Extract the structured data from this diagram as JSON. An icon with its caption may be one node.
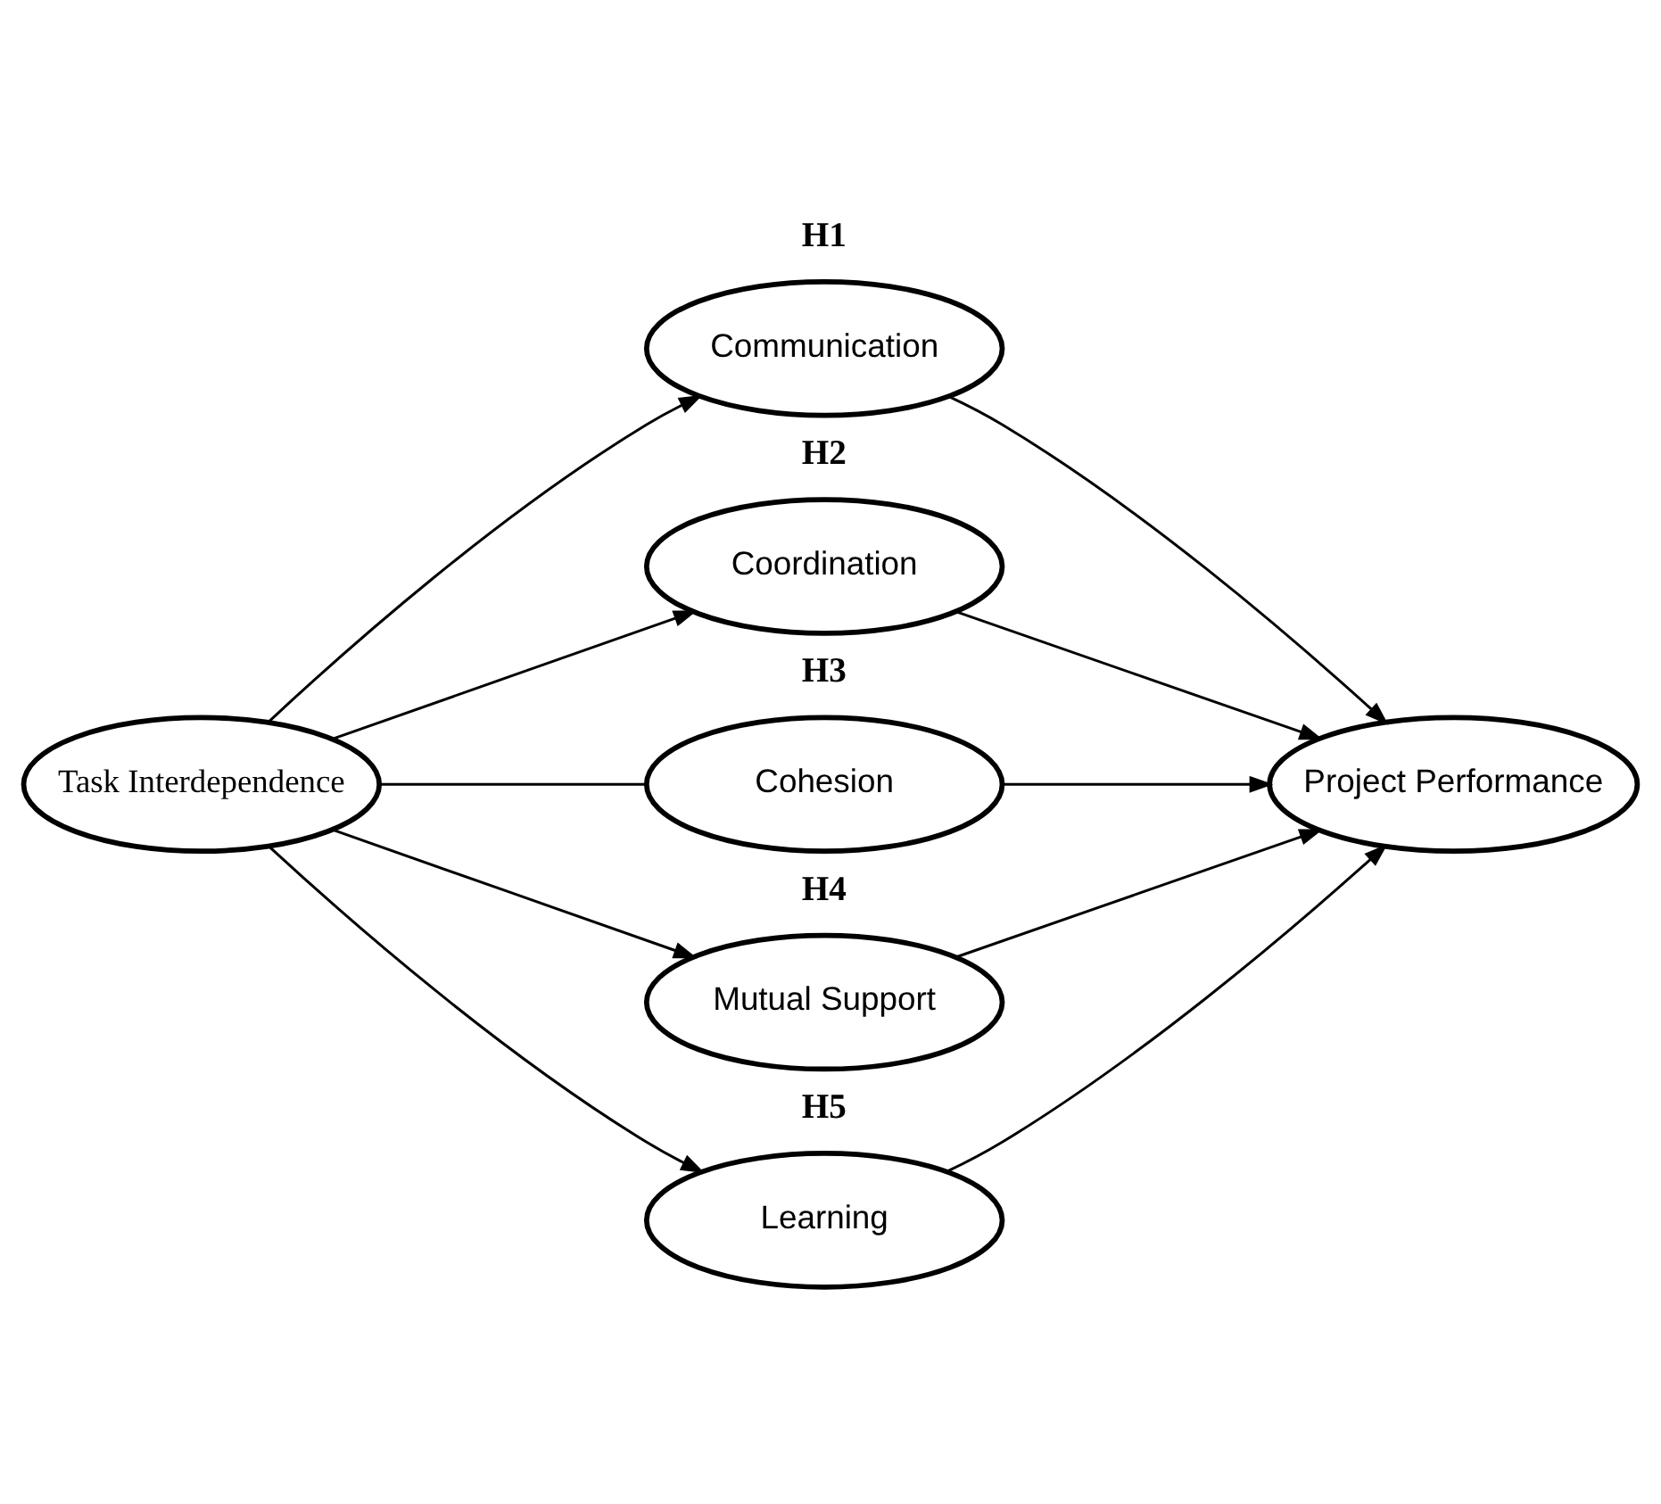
{
  "diagram": {
    "nodes": [
      {
        "text": [
          "Task Interdependence"
        ]
      },
      {
        "text": [
          "Communication"
        ],
        "beside": [
          "H1"
        ]
      },
      {
        "text": [
          "Coordination"
        ],
        "beside": [
          "H2"
        ]
      },
      {
        "text": [
          "Cohesion"
        ],
        "beside": [
          "H3"
        ]
      },
      {
        "text": [
          "Mutual Support"
        ],
        "beside": [
          "H4"
        ]
      },
      {
        "text": [
          "Learning"
        ],
        "beside": [
          "H5"
        ]
      },
      {
        "text": [
          "Project Performance"
        ]
      }
    ],
    "edges": [
      {
        "from": 0,
        "to": 1,
        "arrow": "to"
      },
      {
        "from": 0,
        "to": 2,
        "arrow": "to"
      },
      {
        "from": 0,
        "to": 3,
        "arrow": "none"
      },
      {
        "from": 0,
        "to": 4,
        "arrow": "to"
      },
      {
        "from": 0,
        "to": 5,
        "arrow": "to"
      },
      {
        "from": 1,
        "to": 6,
        "arrow": "to"
      },
      {
        "from": 2,
        "to": 6,
        "arrow": "to"
      },
      {
        "from": 3,
        "to": 6,
        "arrow": "to"
      },
      {
        "from": 4,
        "to": 6,
        "arrow": "to"
      },
      {
        "from": 5,
        "to": 6,
        "arrow": "to"
      }
    ]
  }
}
